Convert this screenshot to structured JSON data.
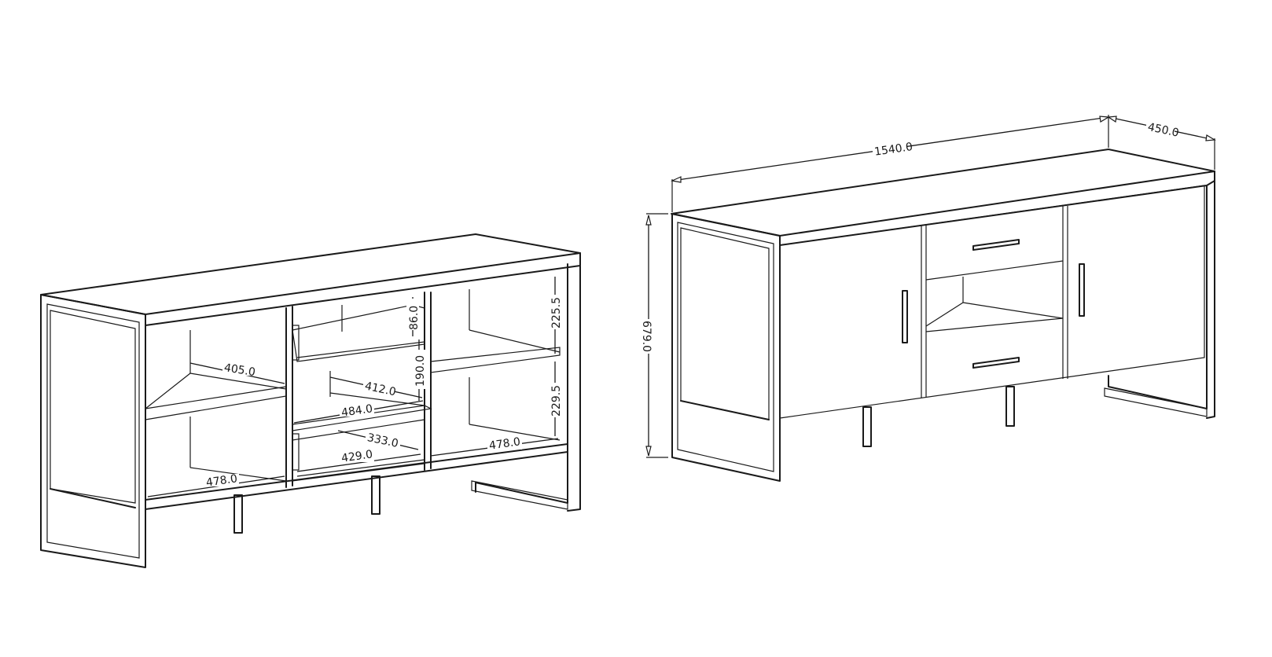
{
  "drawing": {
    "left_view": {
      "description": "open sideboard interior view",
      "dimensions": {
        "left_shelf_depth_upper": "405.0",
        "left_bottom_depth": "478.0",
        "middle_shelf_depth": "412.0",
        "middle_inner_depth": "484.0",
        "drawer_inner_depth": "333.0",
        "drawer_outer_depth": "429.0",
        "drawer_height": "86.0",
        "middle_opening_height": "190.0",
        "right_upper_height": "225.5",
        "right_lower_height": "229.5",
        "right_bottom_depth": "478.0"
      }
    },
    "right_view": {
      "description": "closed sideboard exterior view",
      "dimensions": {
        "width": "1540.0",
        "depth": "450.0",
        "height": "679.0"
      }
    }
  }
}
